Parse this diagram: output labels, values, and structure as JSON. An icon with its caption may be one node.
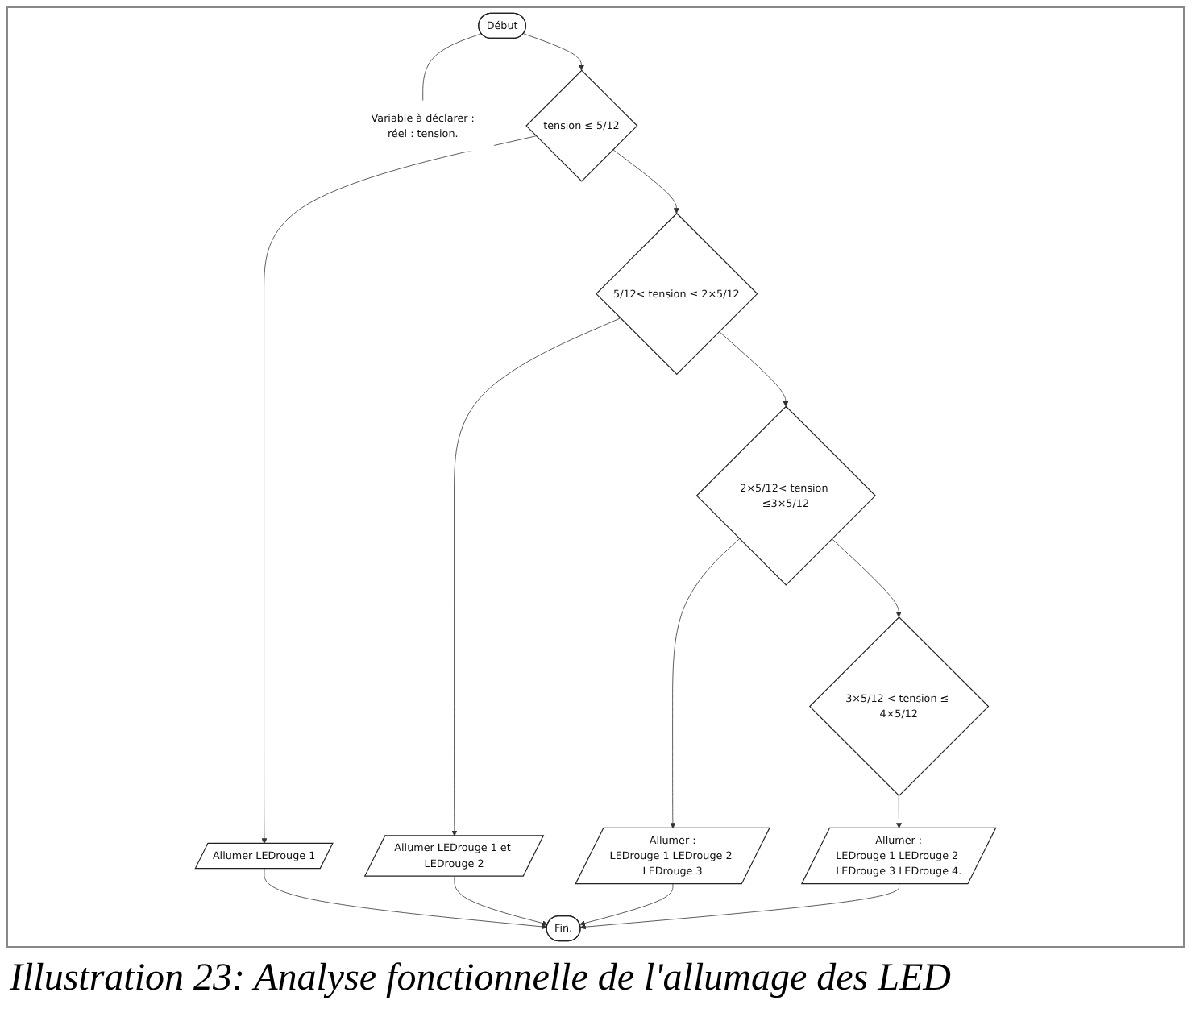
{
  "diagram": {
    "caption": "Illustration 23: Analyse fonctionnelle de l'allumage des LED",
    "nodes": [
      {
        "text": [
          "Début"
        ]
      },
      {
        "text": [
          "Variable à déclarer :",
          "réel : tension."
        ]
      },
      {
        "text": [
          "tension ≤ 5/12"
        ]
      },
      {
        "text": [
          "Allumer LEDrouge 1"
        ]
      },
      {
        "text": [
          "5/12< tension ≤ 2×5/12"
        ]
      },
      {
        "text": [
          "Allumer LEDrouge 1 et LEDrouge 2"
        ]
      },
      {
        "text": [
          "2×5/12< tension ≤3×5/12"
        ]
      },
      {
        "text": [
          "Allumer :",
          "LEDrouge 1 LEDrouge 2 LEDrouge 3"
        ]
      },
      {
        "text": [
          "3×5/12 < tension ≤ 4×5/12"
        ]
      },
      {
        "text": [
          "Allumer :",
          "LEDrouge 1 LEDrouge 2 LEDrouge 3 LEDrouge 4."
        ]
      },
      {
        "text": [
          "Fin."
        ]
      }
    ],
    "edges": [
      {
        "from": 0,
        "to": 1,
        "arrow": "none"
      },
      {
        "from": 0,
        "to": 2,
        "arrow": "to"
      },
      {
        "from": 2,
        "to": 3,
        "arrow": "to"
      },
      {
        "from": 2,
        "to": 4,
        "arrow": "to"
      },
      {
        "from": 3,
        "to": 10,
        "arrow": "to"
      },
      {
        "from": 4,
        "to": 5,
        "arrow": "to"
      },
      {
        "from": 4,
        "to": 6,
        "arrow": "to"
      },
      {
        "from": 5,
        "to": 10,
        "arrow": "to"
      },
      {
        "from": 6,
        "to": 7,
        "arrow": "to"
      },
      {
        "from": 6,
        "to": 8,
        "arrow": "to"
      },
      {
        "from": 7,
        "to": 10,
        "arrow": "to"
      },
      {
        "from": 8,
        "to": 9,
        "arrow": "to"
      },
      {
        "from": 9,
        "to": 10,
        "arrow": "to"
      }
    ]
  }
}
